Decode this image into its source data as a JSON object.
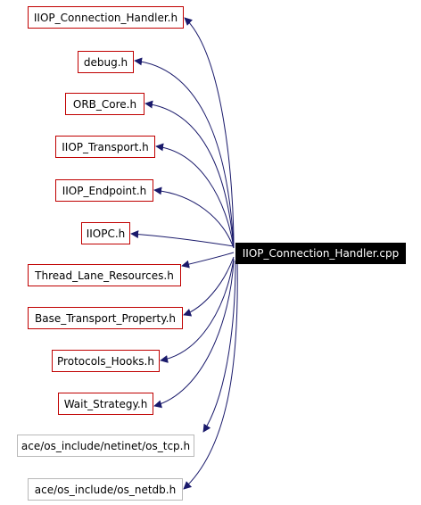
{
  "diagram": {
    "edge_color": "#1a1a6b",
    "main_node": {
      "label": "IIOP_Connection_Handler.cpp"
    },
    "nodes": [
      {
        "label": "IIOP_Connection_Handler.h",
        "linked": true
      },
      {
        "label": "debug.h",
        "linked": true
      },
      {
        "label": "ORB_Core.h",
        "linked": true
      },
      {
        "label": "IIOP_Transport.h",
        "linked": true
      },
      {
        "label": "IIOP_Endpoint.h",
        "linked": true
      },
      {
        "label": "IIOPC.h",
        "linked": true
      },
      {
        "label": "Thread_Lane_Resources.h",
        "linked": true
      },
      {
        "label": "Base_Transport_Property.h",
        "linked": true
      },
      {
        "label": "Protocols_Hooks.h",
        "linked": true
      },
      {
        "label": "Wait_Strategy.h",
        "linked": true
      },
      {
        "label": "ace/os_include/netinet/os_tcp.h",
        "linked": false
      },
      {
        "label": "ace/os_include/os_netdb.h",
        "linked": false
      }
    ]
  }
}
